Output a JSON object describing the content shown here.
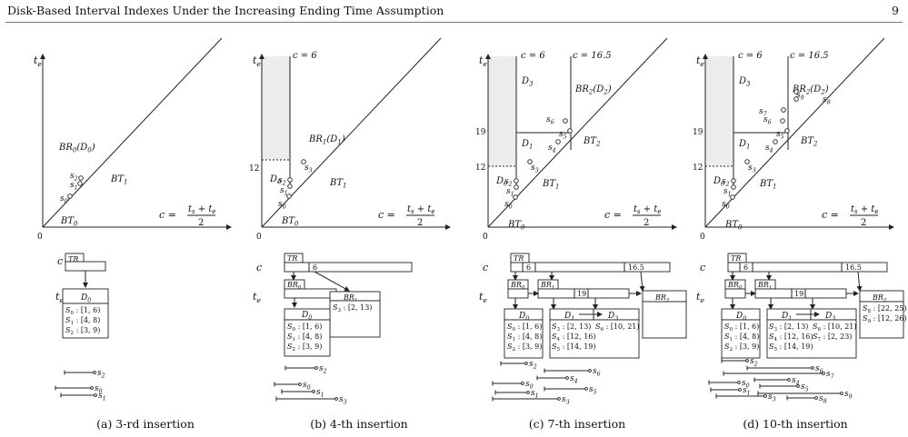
{
  "header": {
    "title": "Disk-Based Interval Indexes Under the Increasing Ending Time Assumption",
    "page_number": "9"
  },
  "common": {
    "te": "t",
    "te_sub": "e",
    "origin": "0",
    "c": "c",
    "c_eq": "c =",
    "ts_te": "t",
    "ts_sub": "s",
    "plus": " + t",
    "te_sub2": "e",
    "two": "2",
    "TR": "TR"
  },
  "panels": [
    {
      "caption": "(a) 3-rd insertion",
      "BR_label": "BR",
      "BR_sub": "0",
      "BR_paren": "(D",
      "BR_paren_sub": "0",
      "BT1": "BT",
      "BT1_sub": "1",
      "BT0": "BT",
      "BT0_sub": "0",
      "points": [
        "s2",
        "s1",
        "s0"
      ],
      "node_D": "D",
      "node_D_sub": "0",
      "entries": [
        "S0 : [1, 6)",
        "S1 : [4, 8)",
        "S2 : [3, 9)"
      ],
      "segments": [
        "s2",
        "s0",
        "s1"
      ]
    },
    {
      "caption": "(b) 4-th insertion",
      "c_top": "c = 6",
      "y12": "12",
      "BR1": "BR",
      "BR1_sub": "1",
      "BR1_paren": "(D",
      "BR1_paren_sub": "1",
      "D0": "D",
      "D0_sub": "0",
      "BT1": "BT",
      "BT1_sub": "1",
      "BT0": "BT",
      "BT0_sub": "0",
      "points": [
        "s3",
        "s2",
        "s1",
        "s0"
      ],
      "c_node": "6",
      "BR0_node": "BR",
      "BR0_node_sub": "0",
      "BR1_node": "BR",
      "BR1_node_sub": "1",
      "BR1_entries": [
        "S3 : [2, 13)"
      ],
      "entries": [
        "S0 : [1, 6)",
        "S1 : [4, 8)",
        "S2 : [3, 9)"
      ],
      "segments": [
        "s2",
        "s0",
        "s1",
        "s3"
      ]
    },
    {
      "caption": "(c) 7-th insertion",
      "c_top1": "c = 6",
      "c_top2": "c = 16.5",
      "y19": "19",
      "y12": "12",
      "D3": "D",
      "D3_sub": "3",
      "BR2": "BR",
      "BR2_sub": "2",
      "BR2_paren": "(D",
      "BR2_paren_sub": "2",
      "D1": "D",
      "D1_sub": "1",
      "BT2": "BT",
      "BT2_sub": "2",
      "D0": "D",
      "D0_sub": "0",
      "BT1": "BT",
      "BT1_sub": "1",
      "BT0": "BT",
      "BT0_sub": "0",
      "c_node1": "6",
      "c_node2": "16.5",
      "te_node": "19",
      "D0_entries": [
        "S0 : [1, 6)",
        "S1 : [4, 8)",
        "S2 : [3, 9)"
      ],
      "D1_entries": [
        "S3 : [2, 13)",
        "S4 : [12, 16)",
        "S5 : [14, 19)"
      ],
      "D3_entries": [
        "S6 : [10, 21)"
      ],
      "segments": [
        "s2",
        "s6",
        "s4",
        "s0",
        "s5",
        "s1",
        "s3"
      ]
    },
    {
      "caption": "(d) 10-th insertion",
      "c_top1": "c = 6",
      "c_top2": "c = 16.5",
      "y19": "19",
      "y12": "12",
      "c_node1": "6",
      "c_node2": "16.5",
      "te_node": "19",
      "D0_entries": [
        "S0 : [1, 6)",
        "S1 : [4, 8)",
        "S2 : [3, 9)"
      ],
      "D1_entries": [
        "S3 : [2, 13)",
        "S4 : [12, 16)",
        "S5 : [14, 19)"
      ],
      "D3_entries": [
        "S6 : [10, 21)",
        "S7 : [2, 23)"
      ],
      "BR2_entries": [
        "S8 : [22, 25)",
        "S9 : [12, 26)"
      ],
      "segments": [
        "s2",
        "s6",
        "s7",
        "s4",
        "s0",
        "s5",
        "s1",
        "s9",
        "s3",
        "s8"
      ]
    }
  ]
}
